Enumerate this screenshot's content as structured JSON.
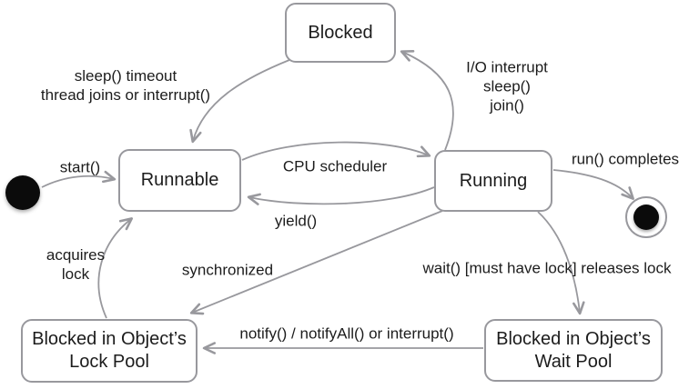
{
  "diagram": {
    "kind": "state-diagram",
    "colors": {
      "line": "#98989d",
      "box_border": "#98989d",
      "box_fill": "#ffffff",
      "text": "#1c1c1c",
      "marker_fill": "#0b0b0b"
    },
    "states": [
      {
        "id": "blocked",
        "label": "Blocked"
      },
      {
        "id": "runnable",
        "label": "Runnable"
      },
      {
        "id": "running",
        "label": "Running"
      },
      {
        "id": "lock-pool",
        "label": "Blocked in Object’s\nLock Pool"
      },
      {
        "id": "wait-pool",
        "label": "Blocked in Object’s\nWait Pool"
      },
      {
        "id": "initial",
        "type": "initial-marker",
        "label": ""
      },
      {
        "id": "final",
        "type": "final-marker",
        "label": ""
      }
    ],
    "transitions": [
      {
        "from": "initial",
        "to": "runnable",
        "label": "start()"
      },
      {
        "from": "blocked",
        "to": "runnable",
        "label": "sleep() timeout\nthread joins or interrupt()"
      },
      {
        "from": "running",
        "to": "blocked",
        "label": "I/O interrupt\nsleep()\njoin()"
      },
      {
        "from": "runnable",
        "to": "running",
        "label": "CPU scheduler"
      },
      {
        "from": "running",
        "to": "runnable",
        "label": "yield()"
      },
      {
        "from": "running",
        "to": "final",
        "label": "run() completes"
      },
      {
        "from": "lock-pool",
        "to": "runnable",
        "label": "acquires\nlock"
      },
      {
        "from": "running",
        "to": "lock-pool",
        "label": "synchronized"
      },
      {
        "from": "running",
        "to": "wait-pool",
        "label": "wait() [must have lock] releases lock"
      },
      {
        "from": "wait-pool",
        "to": "lock-pool",
        "label": "notify() / notifyAll() or interrupt()"
      }
    ]
  }
}
